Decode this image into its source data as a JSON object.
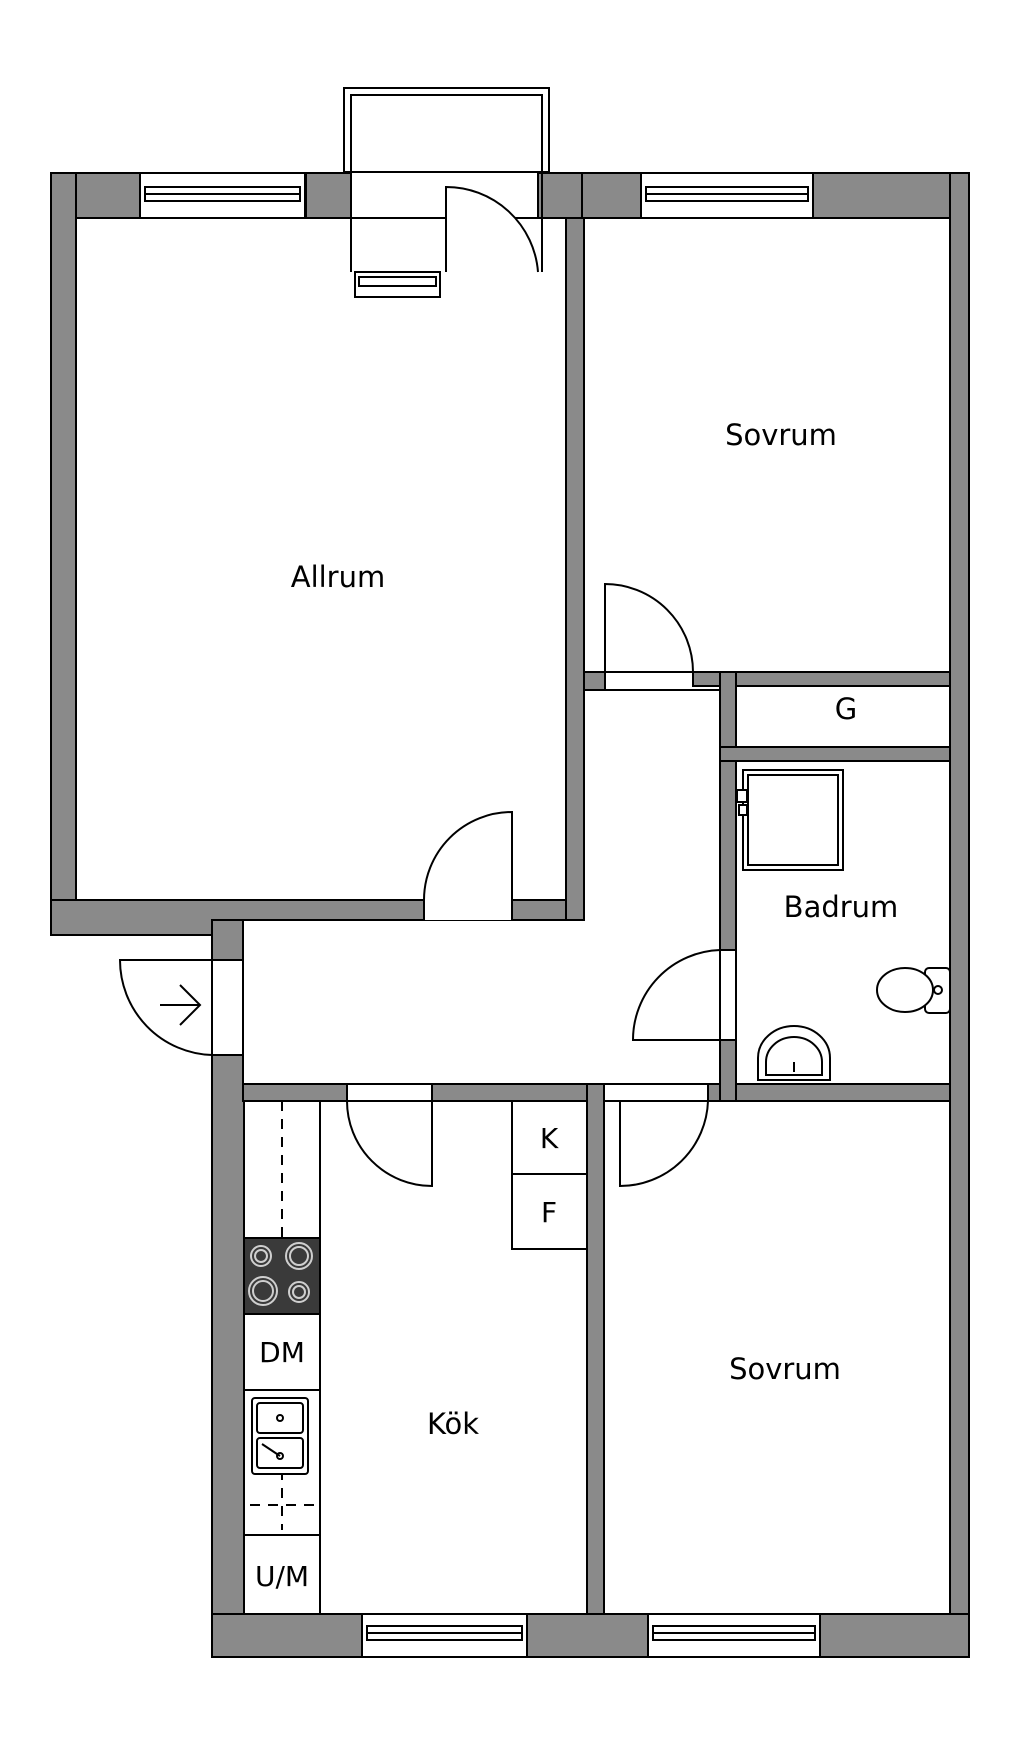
{
  "floorplan": {
    "rooms": {
      "allrum": "Allrum",
      "sovrum_top": "Sovrum",
      "garderob": "G",
      "badrum": "Badrum",
      "kok": "Kök",
      "sovrum_bottom": "Sovrum"
    },
    "fixtures": {
      "kyl": "K",
      "frys": "F",
      "diskmaskin": "DM",
      "ugn_micro": "U/M"
    }
  }
}
